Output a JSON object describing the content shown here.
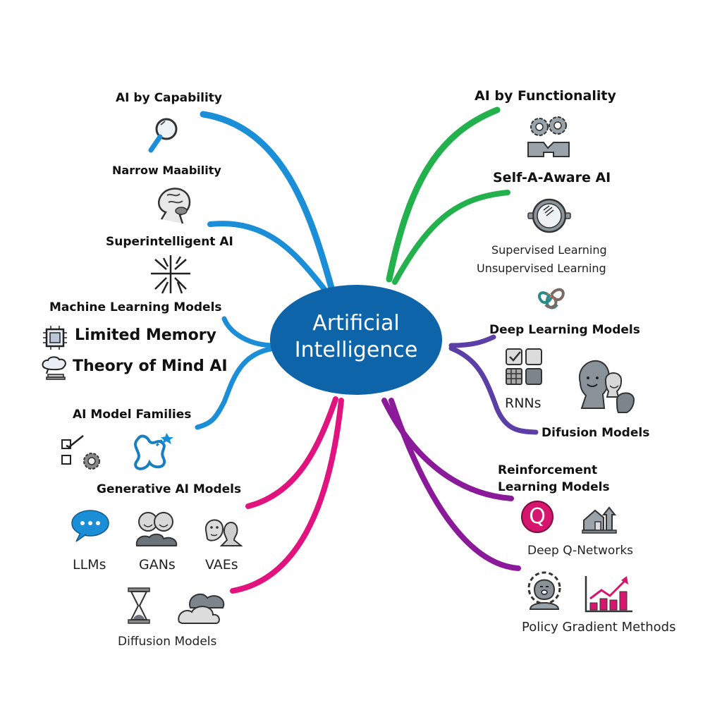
{
  "center": {
    "line1": "Artificial",
    "line2": "Intelligence",
    "color": "#0d64a8"
  },
  "branch_colors": {
    "capability": "#1a8ed6",
    "functionality": "#22b14c",
    "deep_learning": "#5b3fa6",
    "reinforcement": "#8b1a9a",
    "generative": "#e0137f"
  },
  "left": {
    "ai_by_capability": "AI by Capability",
    "narrow": "Narrow Maability",
    "superintelligent": "Superintelligent AI",
    "ml_models": "Machine Learning Models",
    "limited_memory": "Limited Memory",
    "theory_of_mind": "Theory of Mind AI",
    "model_families": "AI Model Families",
    "generative": "Generative AI Models",
    "llms": "LLMs",
    "gans": "GANs",
    "vaes": "VAEs",
    "diffusion": "Diffusion Models"
  },
  "right": {
    "ai_by_functionality": "AI by Functionality",
    "self_aware": "Self-A-Aware AI",
    "supervised": "Supervised Learning",
    "unsupervised": "Unsupervised Learning",
    "deep_learning": "Deep Learning Models",
    "rnns": "RNNs",
    "difusion": "Difusion Models",
    "reinforcement_line1": "Reinforcement",
    "reinforcement_line2": "Learning Models",
    "q_letter": "Q",
    "dqn": "Deep Q-Networks",
    "policy": "Policy Gradient Methods"
  },
  "icons": [
    "magnifier-icon",
    "brain-head-icon",
    "neural-burst-icon",
    "chip-icon",
    "thought-computer-icon",
    "checklist-gear-icon",
    "knot-icon",
    "chat-bubble-icon",
    "twin-faces-icon",
    "two-faces-icon",
    "hourglass-icon",
    "clouds-icon",
    "gears-puzzle-icon",
    "mirror-icon",
    "interlock-icon",
    "grid-squares-icon",
    "faces-group-icon",
    "q-circle-icon",
    "house-growth-icon",
    "robot-gear-icon",
    "bar-chart-up-icon"
  ]
}
